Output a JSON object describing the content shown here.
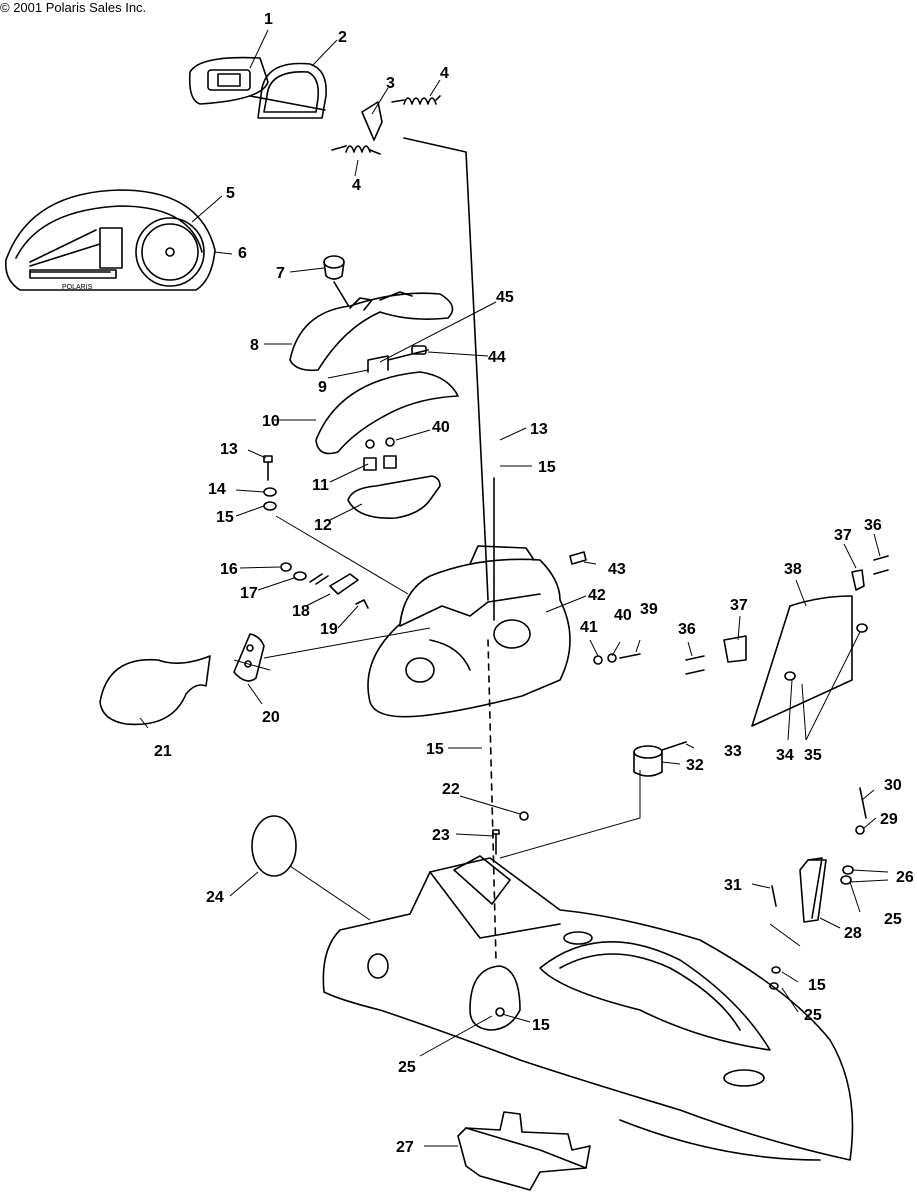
{
  "copyright": "© 2001 Polaris Sales Inc.",
  "gauge_brand": "POLARIS",
  "callouts": [
    "1",
    "2",
    "3",
    "4",
    "4",
    "5",
    "6",
    "7",
    "8",
    "9",
    "10",
    "11",
    "12",
    "13",
    "14",
    "15",
    "16",
    "17",
    "18",
    "19",
    "20",
    "21",
    "45",
    "44",
    "40",
    "13",
    "15",
    "43",
    "42",
    "41",
    "40",
    "39",
    "36",
    "37",
    "37",
    "36",
    "38",
    "34",
    "35",
    "15",
    "33",
    "32",
    "22",
    "23",
    "24",
    "30",
    "29",
    "26",
    "31",
    "25",
    "28",
    "15",
    "25",
    "15",
    "25",
    "27"
  ]
}
